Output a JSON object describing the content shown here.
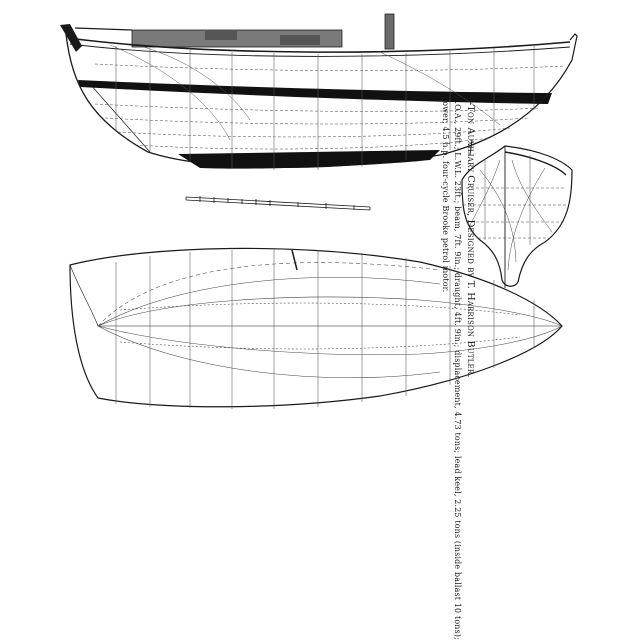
{
  "caption": {
    "title": "6-Ton Auxiliary Cruiser, Designed by T. Harrison Butler.",
    "dimensions": "L.O.A., 29ft.; L.W.L. 23ft.; beam, 7ft. 9in.; draught, 4ft. 9in.; displacement, 4.73 tons; lead keel, 2.25 tons (inside ballast 10 tons);",
    "engine": "power, 4.5 h.p. four-cycle Brooke petrol motor."
  },
  "colors": {
    "ink": "#1a1a1a",
    "paper": "#ffffff"
  }
}
